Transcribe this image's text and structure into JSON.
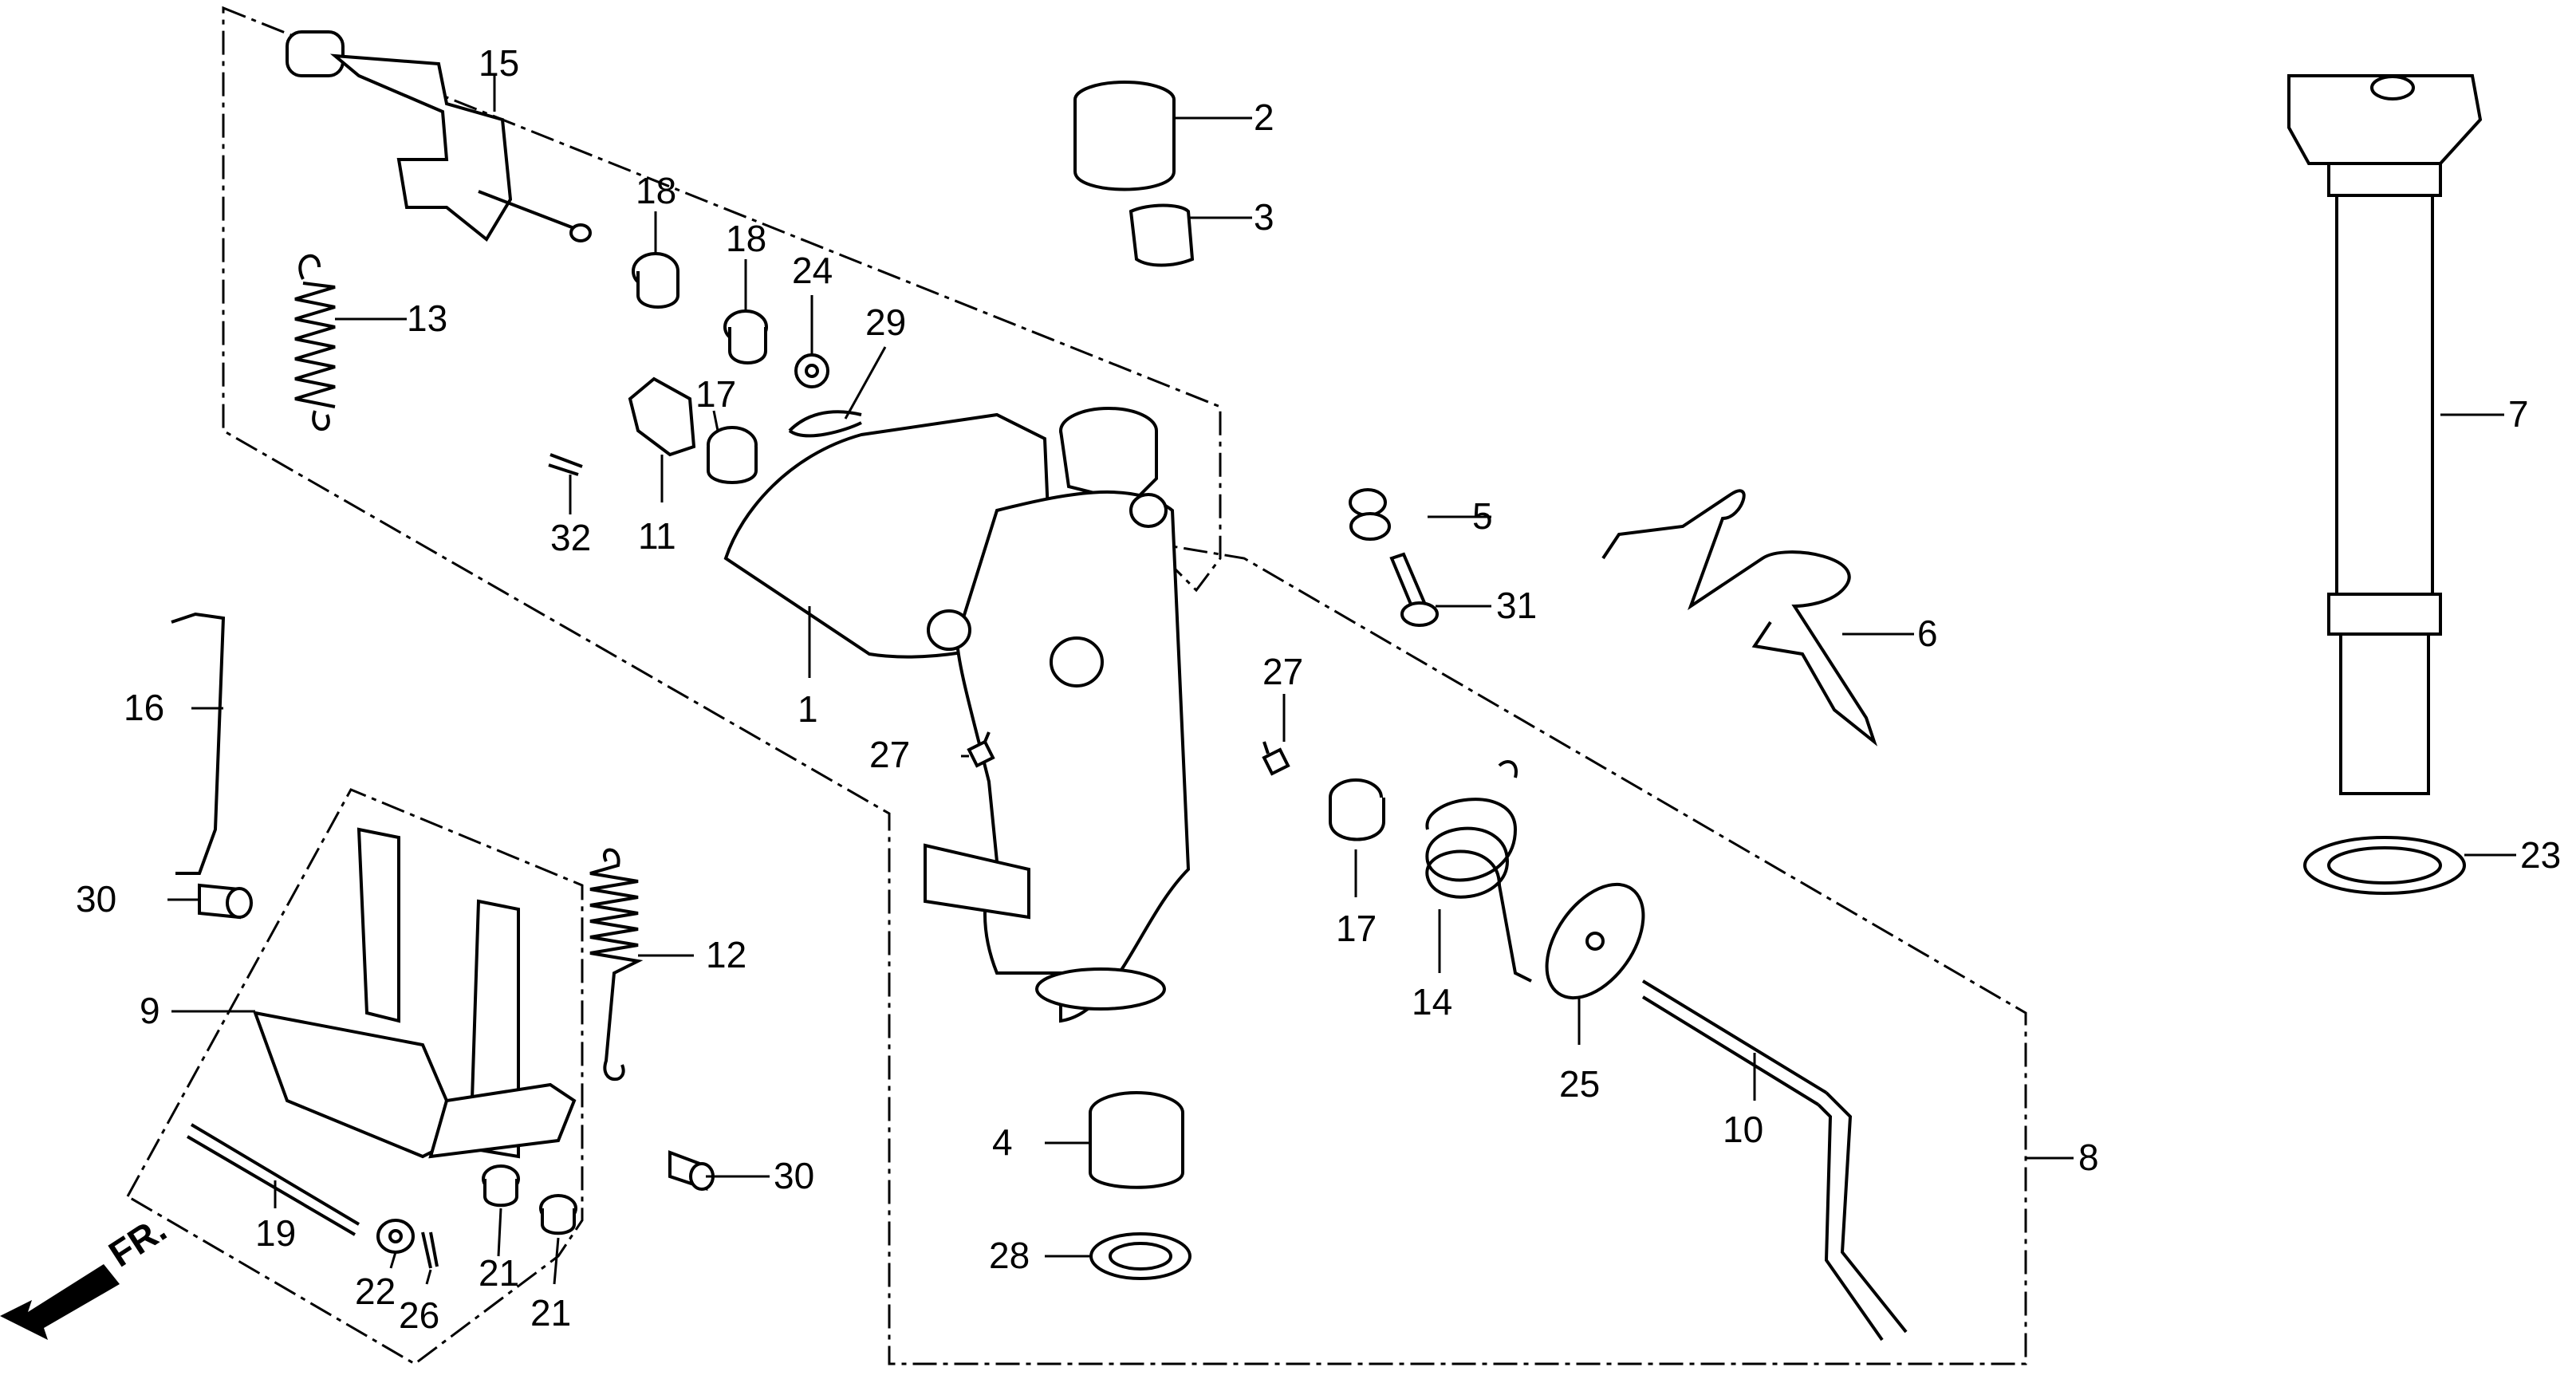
{
  "diagram": {
    "callouts": {
      "p1": "1",
      "p2": "2",
      "p3": "3",
      "p4": "4",
      "p5": "5",
      "p6": "6",
      "p7": "7",
      "p8": "8",
      "p9": "9",
      "p10": "10",
      "p11": "11",
      "p12": "12",
      "p13": "13",
      "p14": "14",
      "p15": "15",
      "p16": "16",
      "p17a": "17",
      "p17b": "17",
      "p18a": "18",
      "p18b": "18",
      "p19": "19",
      "p21a": "21",
      "p21b": "21",
      "p22": "22",
      "p23": "23",
      "p24": "24",
      "p25": "25",
      "p26": "26",
      "p27a": "27",
      "p27b": "27",
      "p28": "28",
      "p29": "29",
      "p30a": "30",
      "p30b": "30",
      "p31": "31",
      "p32": "32"
    },
    "front_marker": "FR."
  }
}
